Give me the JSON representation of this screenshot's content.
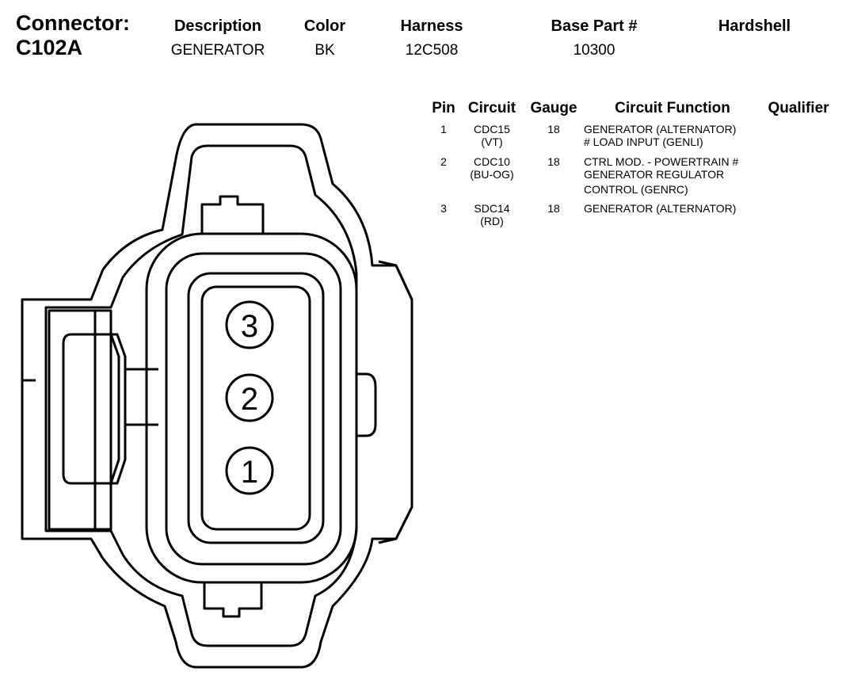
{
  "connector": {
    "label": "Connector:",
    "id": "C102A"
  },
  "summary": {
    "headers": {
      "description": "Description",
      "color": "Color",
      "harness": "Harness",
      "base_part": "Base Part #",
      "hardshell": "Hardshell"
    },
    "values": {
      "description": "GENERATOR",
      "color": "BK",
      "harness": "12C508",
      "base_part": "10300",
      "hardshell": ""
    }
  },
  "pin_table": {
    "headers": {
      "pin": "Pin",
      "circuit": "Circuit",
      "gauge": "Gauge",
      "function": "Circuit Function",
      "qualifier": "Qualifier"
    },
    "rows": [
      {
        "pin": "1",
        "circuit_code": "CDC15",
        "circuit_color": "(VT)",
        "gauge": "18",
        "function_lines": [
          "GENERATOR (ALTERNATOR)",
          "# LOAD INPUT (GENLI)"
        ],
        "qualifier": ""
      },
      {
        "pin": "2",
        "circuit_code": "CDC10",
        "circuit_color": "(BU-OG)",
        "gauge": "18",
        "function_lines": [
          "CTRL MOD. - POWERTRAIN #",
          "GENERATOR REGULATOR",
          "CONTROL (GENRC)"
        ],
        "qualifier": ""
      },
      {
        "pin": "3",
        "circuit_code": "SDC14",
        "circuit_color": "(RD)",
        "gauge": "18",
        "function_lines": [
          "GENERATOR (ALTERNATOR)"
        ],
        "qualifier": ""
      }
    ]
  },
  "diagram": {
    "pins": [
      "3",
      "2",
      "1"
    ]
  }
}
